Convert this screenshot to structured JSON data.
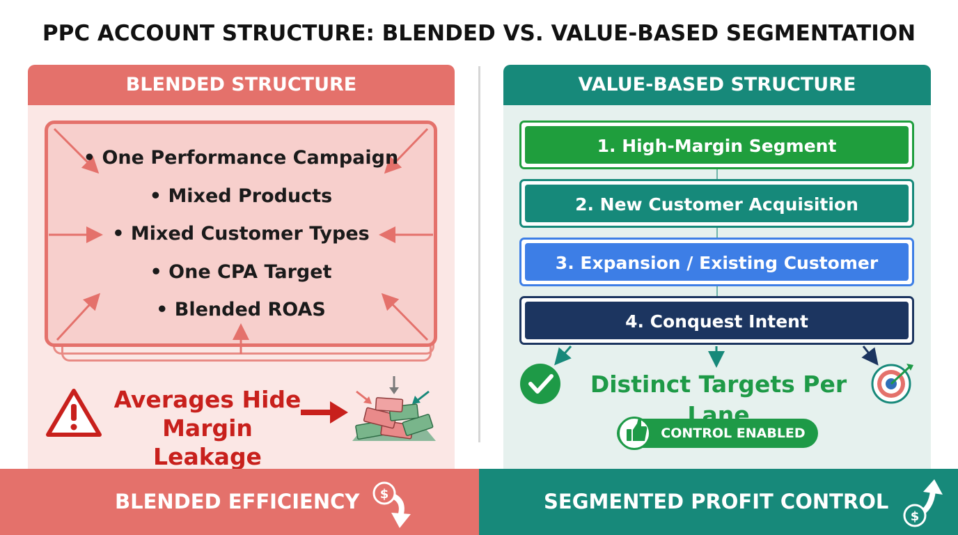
{
  "title": "PPC ACCOUNT STRUCTURE: BLENDED VS. VALUE-BASED SEGMENTATION",
  "left": {
    "header": "BLENDED STRUCTURE",
    "items": [
      "• One Performance Campaign",
      "• Mixed Products",
      "• Mixed Customer Types",
      "• One CPA Target",
      "• Blended ROAS"
    ],
    "warning_line1": "Averages Hide",
    "warning_line2": "Margin Leakage",
    "footer": "BLENDED EFFICIENCY",
    "icons": [
      "warning-icon",
      "money-pile-icon",
      "dollar-down-arrow-icon"
    ]
  },
  "right": {
    "header": "VALUE-BASED STRUCTURE",
    "lanes": [
      {
        "label": "1. High-Margin Segment",
        "color": "#1f9e3d"
      },
      {
        "label": "2. New Customer Acquisition",
        "color": "#16897a"
      },
      {
        "label": "3. Expansion / Existing Customer",
        "color": "#3d7ee6"
      },
      {
        "label": "4. Conquest Intent",
        "color": "#1c3560"
      }
    ],
    "result": "Distinct Targets Per Lane",
    "badge": "CONTROL ENABLED",
    "footer": "SEGMENTED PROFIT CONTROL",
    "icons": [
      "checkmark-icon",
      "target-icon",
      "thumbs-up-icon",
      "dollar-up-arrow-icon"
    ]
  },
  "colors": {
    "blended_accent": "#e4716b",
    "blended_bg": "#fbe7e5",
    "warning_red": "#c8201c",
    "value_accent": "#17897a",
    "value_bg": "#e6f1ee",
    "success_green": "#1e9a47"
  }
}
